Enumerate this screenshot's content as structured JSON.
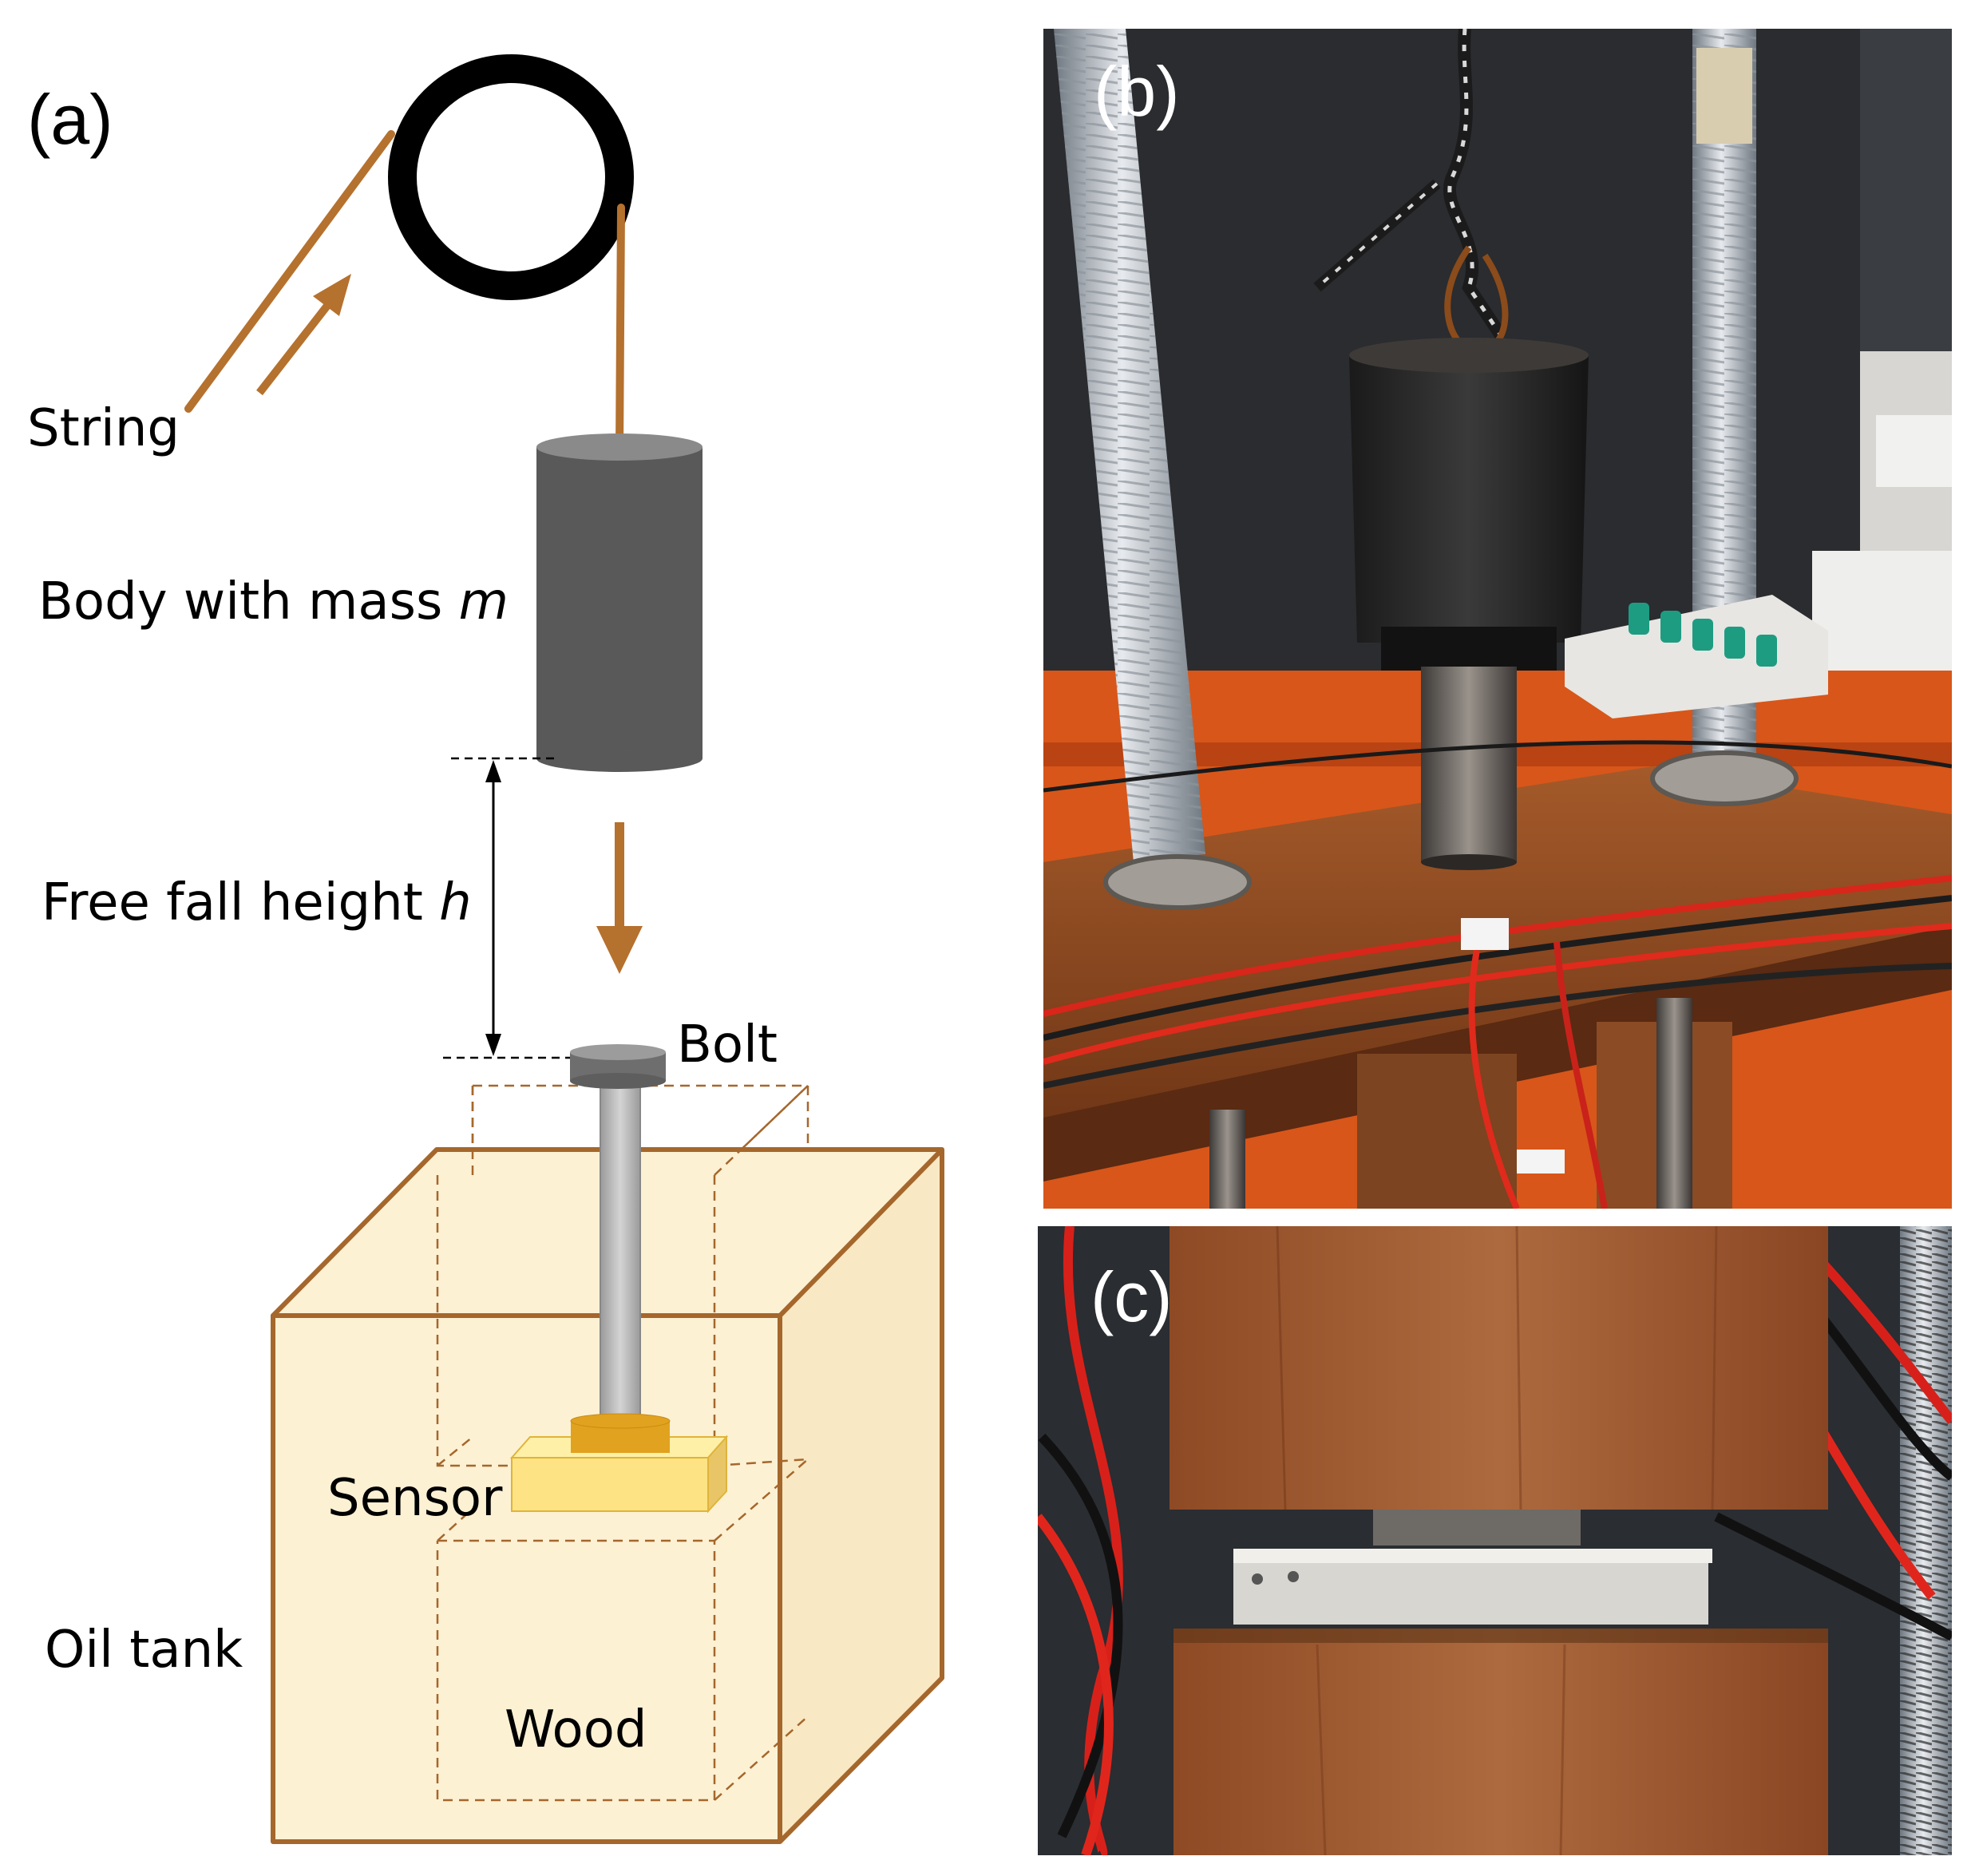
{
  "panel_a": {
    "panel_label": "(a)",
    "string_label": "String",
    "body_label_text": "Body with mass ",
    "body_label_var": "m",
    "fall_label_text": "Free fall height ",
    "fall_label_var": "h",
    "bolt_label": "Bolt",
    "sensor_label": "Sensor",
    "oil_tank_label": "Oil tank",
    "wood_label": "Wood",
    "colors": {
      "string": "#b5712e",
      "tank_edge": "#a5672c",
      "tank_face": "#fdf1d4",
      "tank_side": "#f9e8c4",
      "mass_body": "#595959",
      "mass_top": "#8a8a8a",
      "rod": "#bdbdbd",
      "sensor_block": "#fde384",
      "sensor_disc": "#e1a21f"
    }
  },
  "panel_b": {
    "panel_label": "(b)"
  },
  "panel_c": {
    "panel_label": "(c)"
  }
}
